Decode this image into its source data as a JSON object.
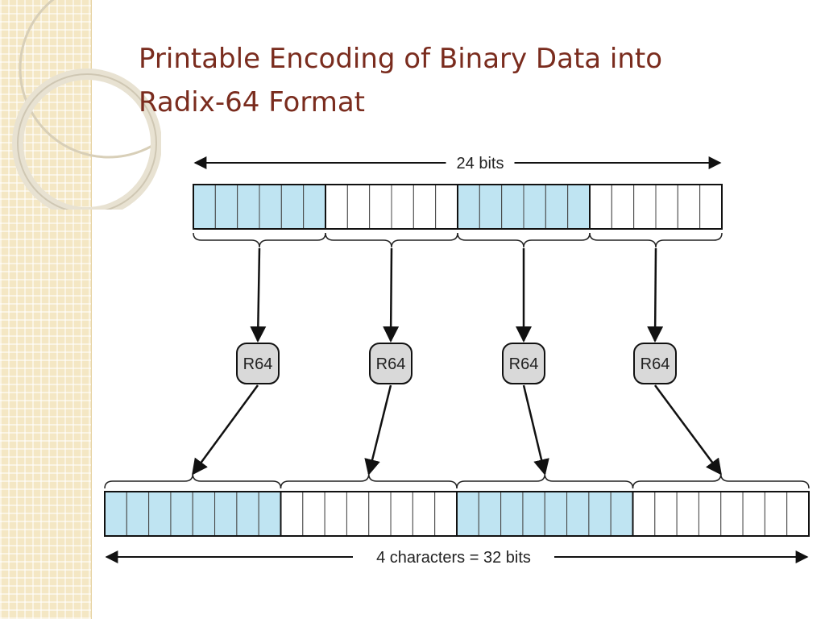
{
  "slide": {
    "title_lines": [
      "Printable Encoding of Binary Data into",
      "Radix-64 Format"
    ]
  },
  "diagram": {
    "top_label": "24 bits",
    "bottom_label": "4 characters = 32 bits",
    "node_label": "R64",
    "node_count": 4,
    "input_groups": [
      {
        "bits": 6,
        "shaded": true
      },
      {
        "bits": 6,
        "shaded": false
      },
      {
        "bits": 6,
        "shaded": true
      },
      {
        "bits": 6,
        "shaded": false
      }
    ],
    "output_groups": [
      {
        "bits": 8,
        "shaded": true
      },
      {
        "bits": 8,
        "shaded": false
      },
      {
        "bits": 8,
        "shaded": true
      },
      {
        "bits": 8,
        "shaded": false
      }
    ],
    "colors": {
      "shaded_cell": "#bfe4f2",
      "plain_cell": "#ffffff",
      "line": "#111111",
      "node_fill": "#d9d9d9",
      "title": "#7a2c1e"
    }
  }
}
